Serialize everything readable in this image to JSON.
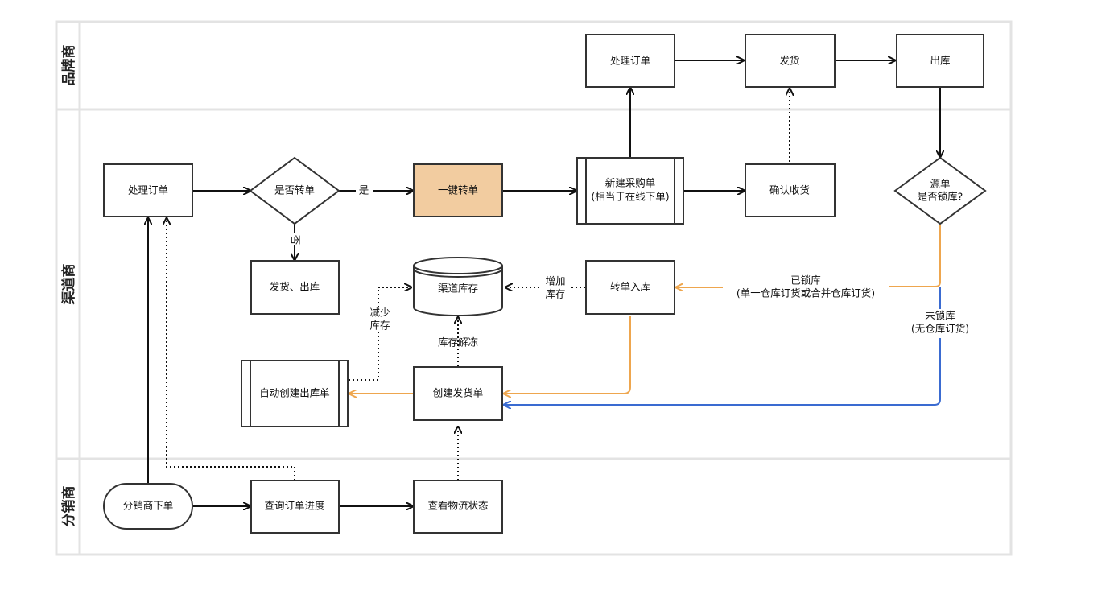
{
  "lanes": {
    "brand": "品牌商",
    "channel": "渠道商",
    "distributor": "分销商"
  },
  "nodes": {
    "brand_process_order": "处理订单",
    "brand_ship": "发货",
    "brand_outbound": "出库",
    "ch_process_order": "处理订单",
    "ch_is_transfer": "是否转单",
    "ch_one_click_transfer": "一键转单",
    "ch_new_po_line1": "新建采购单",
    "ch_new_po_line2": "(相当于在线下单)",
    "ch_confirm_receipt": "确认收货",
    "ch_source_locked_line1": "源单",
    "ch_source_locked_line2": "是否锁库?",
    "ch_ship_outbound": "发货、出库",
    "ch_channel_inventory": "渠道库存",
    "ch_transfer_in": "转单入库",
    "ch_auto_create_outbound": "自动创建出库单",
    "ch_create_shipment": "创建发货单",
    "ds_place_order": "分销商下单",
    "ds_query_progress": "查询订单进度",
    "ds_view_logistics": "查看物流状态"
  },
  "edge_labels": {
    "yes": "是",
    "no": "否",
    "add_inventory_1": "增加",
    "add_inventory_2": "库存",
    "reduce_inventory_1": "减少",
    "reduce_inventory_2": "库存",
    "unfreeze_inventory": "库存解冻",
    "locked_1": "已锁库",
    "locked_2": "(单一仓库订货或合并仓库订货)",
    "unlocked_1": "未锁库",
    "unlocked_2": "(无仓库订货)"
  },
  "colors": {
    "highlight_fill": "#f2cca0",
    "orange_edge": "#eea64e",
    "blue_edge": "#3a6bd1",
    "lane_border": "#e3e3e3"
  }
}
